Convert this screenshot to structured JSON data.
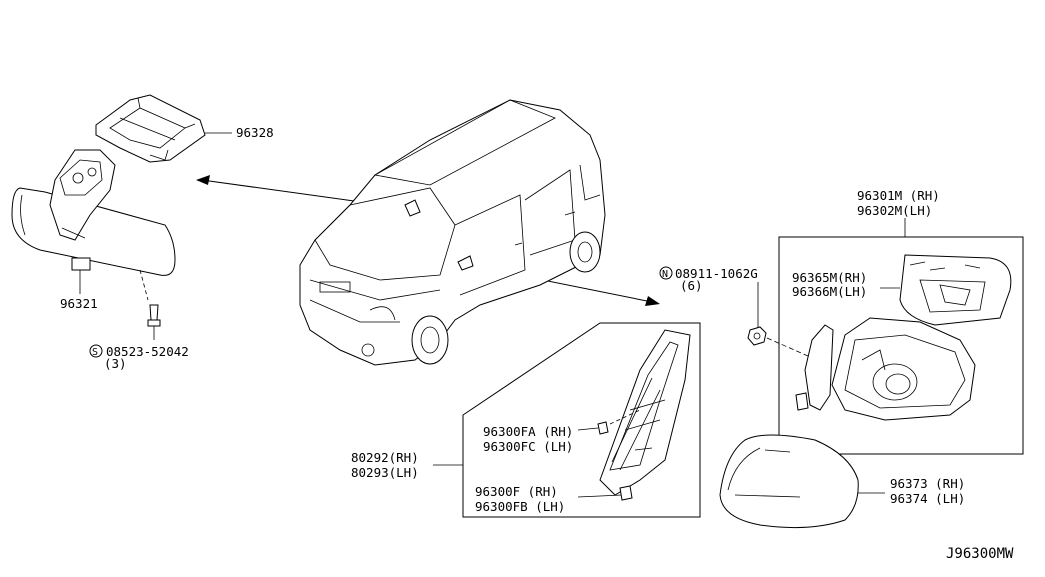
{
  "diagram_id": "J96300MW",
  "parts": {
    "bracket": "96328",
    "inner_mirror": "96321",
    "screw_code": "08523-52042",
    "screw_qty": "(3)",
    "screw_prefix": "S",
    "nut_code": "08911-1062G",
    "nut_qty": "(6)",
    "nut_prefix": "N",
    "mirror_assy_rh": "96301M (RH)",
    "mirror_assy_lh": "96302M(LH)",
    "glass_rh": "96365M(RH)",
    "glass_lh": "96366M(LH)",
    "cover_rh": "96373 (RH)",
    "cover_lh": "96374 (LH)",
    "finisher_rh": "80292(RH)",
    "finisher_lh": "80293(LH)",
    "clip_fa": "96300FA (RH)",
    "clip_fc": "96300FC (LH)",
    "clip_f": "96300F  (RH)",
    "clip_fb": "96300FB (LH)"
  }
}
